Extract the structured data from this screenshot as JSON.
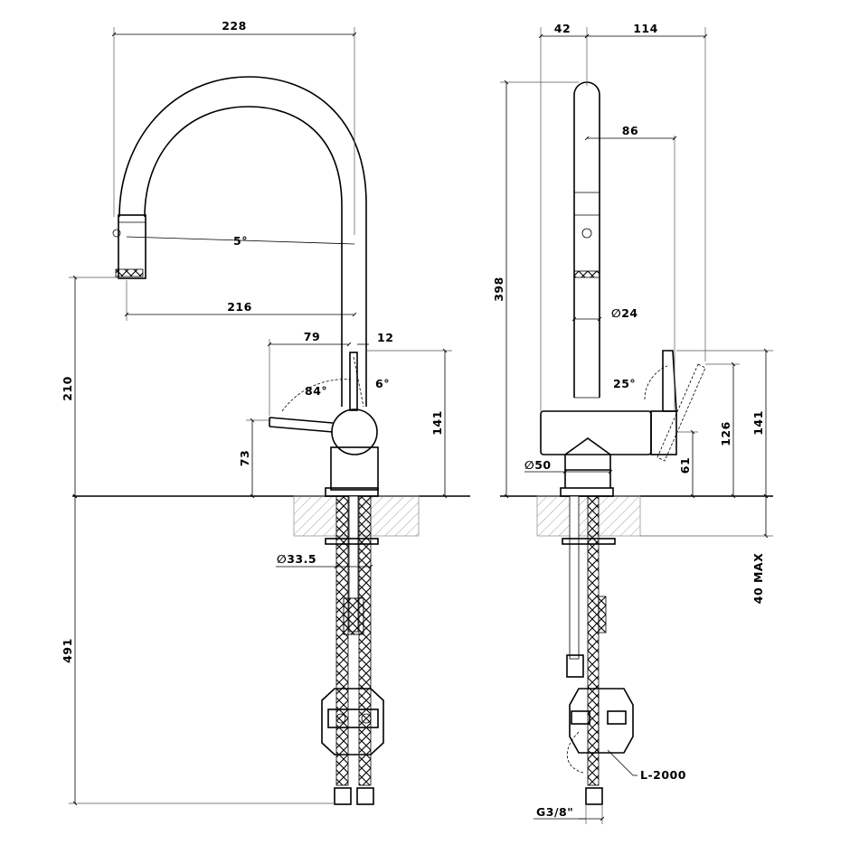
{
  "drawing": {
    "front_view": {
      "dims": {
        "d228": "228",
        "d5deg": "5°",
        "d216": "216",
        "d79": "79",
        "d12": "12",
        "d84deg": "84°",
        "d6deg": "6°",
        "d210": "210",
        "d73": "73",
        "d141": "141",
        "d33_5": "∅33.5",
        "d491": "491"
      }
    },
    "side_view": {
      "dims": {
        "d42": "42",
        "d114": "114",
        "d86": "86",
        "d398": "398",
        "d24": "∅24",
        "d25deg": "25°",
        "d126": "126",
        "d141": "141",
        "d61": "61",
        "d50": "∅50",
        "d40max": "40 MAX",
        "dL2000": "L-2000",
        "dG38": "G3/8\""
      }
    }
  }
}
